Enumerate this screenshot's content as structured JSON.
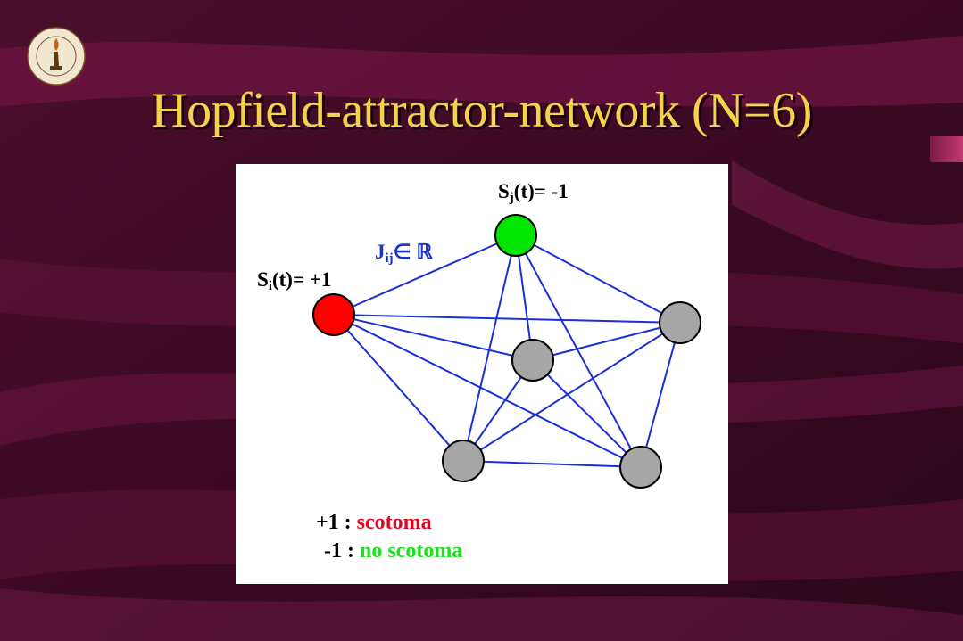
{
  "slide": {
    "title": "Hopfield-attractor-network (N=6)",
    "logo_icon": "caltech-seal-icon"
  },
  "network": {
    "node_i_label": {
      "prefix": "S",
      "sub": "i",
      "suffix": "(t)= +1"
    },
    "node_j_label": {
      "prefix": "S",
      "sub": "j",
      "suffix": "(t)= -1"
    },
    "coupling_label": {
      "prefix": "J",
      "sub": "ij",
      "suffix": "∈ ℝ"
    },
    "colors": {
      "state_plus": "#ff0000",
      "state_minus": "#00e600",
      "neutral": "#a6a6a6",
      "edge": "#1a2fd6"
    }
  },
  "legend": {
    "plus_value": "+1 :",
    "plus_text": "scotoma",
    "minus_value": "-1 :",
    "minus_text": "no scotoma"
  }
}
